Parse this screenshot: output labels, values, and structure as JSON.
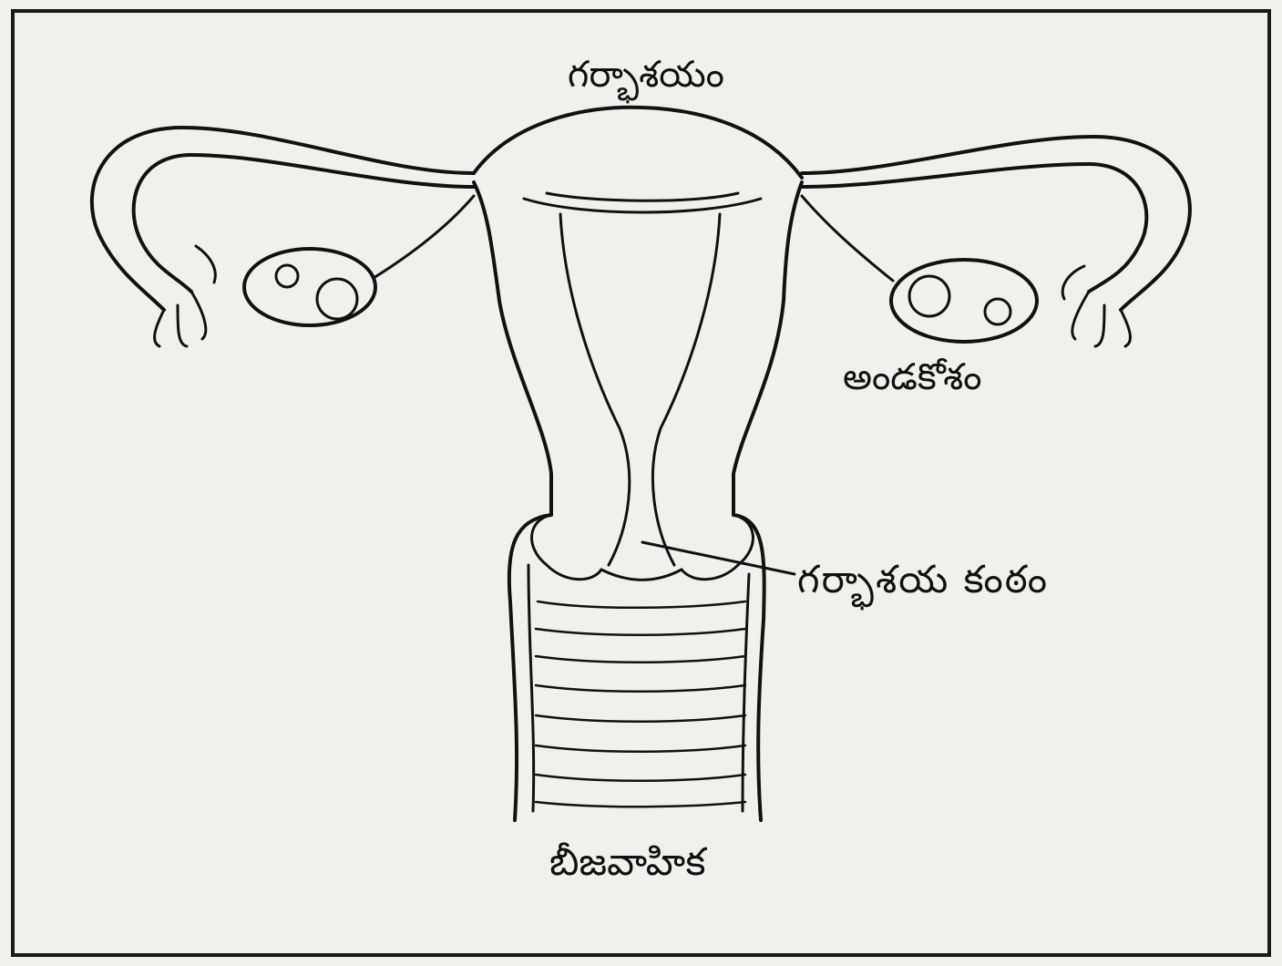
{
  "diagram": {
    "labels": {
      "uterus": "గర్భాశయం",
      "ovary": "అండకోశం",
      "cervix": "గర్భాశయ కంఠం",
      "vagina": "బీజవాహిక"
    },
    "colors": {
      "background": "#f1f1ec",
      "ink": "#111111"
    }
  }
}
